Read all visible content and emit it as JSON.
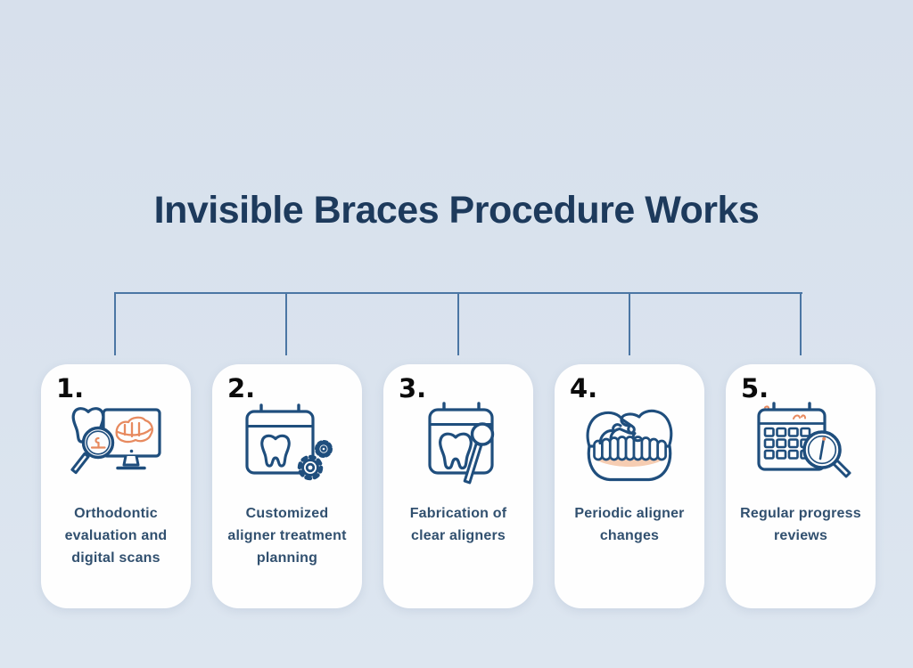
{
  "title": "Invisible Braces Procedure Works",
  "colors": {
    "background": "#dae3ee",
    "title_text": "#1d3a5c",
    "card_background": "#fefefe",
    "label_text": "#31506f",
    "number_text": "#0b0b0b",
    "connector_line": "#4b76a4",
    "icon_navy": "#1f4e7d",
    "icon_orange": "#e78a5f",
    "gum_fill": "#f6cdb2"
  },
  "steps": [
    {
      "number": "1.",
      "icon": "tooth-scan-monitor",
      "label": "Orthodontic\nevaluation and\ndigital scans"
    },
    {
      "number": "2.",
      "icon": "calendar-tooth-gears",
      "label": "Customized\naligner treatment\nplanning"
    },
    {
      "number": "3.",
      "icon": "calendar-tooth-mirror",
      "label": "Fabrication of\nclear aligners"
    },
    {
      "number": "4.",
      "icon": "hands-denture",
      "label": "Periodic aligner\nchanges"
    },
    {
      "number": "5.",
      "icon": "calendar-magnifier",
      "label": "Regular progress\nreviews"
    }
  ]
}
